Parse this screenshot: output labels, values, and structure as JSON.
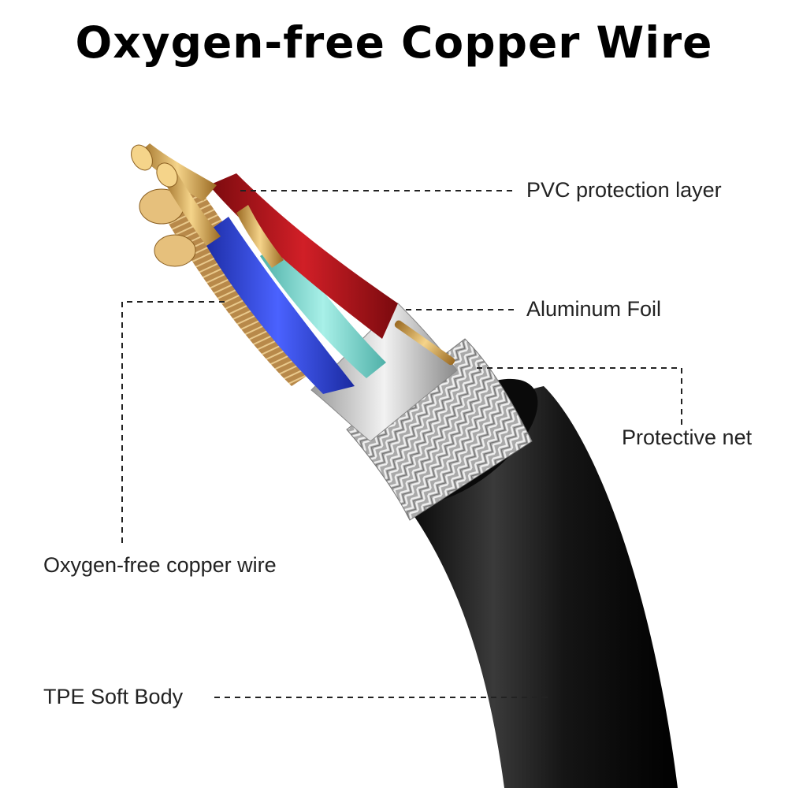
{
  "title": "Oxygen-free Copper Wire",
  "labels": {
    "pvc": "PVC protection layer",
    "foil": "Aluminum Foil",
    "net": "Protective net",
    "copper": "Oxygen-free copper wire",
    "tpe": "TPE Soft Body"
  },
  "colors": {
    "jacket": "#1a1a1a",
    "braid": "#b8b8b8",
    "foil": "#d8d8d8",
    "red_wire": "#b3161c",
    "blue_wire": "#2a3fd0",
    "cyan_wire": "#7fd8d0",
    "copper": "#c89a5a",
    "gold": "#e2b764"
  }
}
